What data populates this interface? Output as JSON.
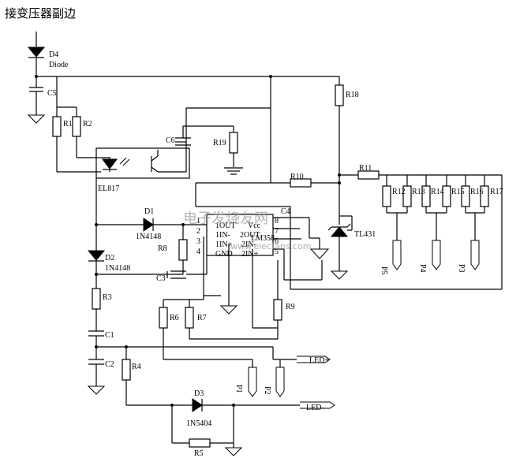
{
  "title": "接变压器副边",
  "watermark": {
    "cn": "电子发烧友网",
    "url": "www.elecfans.com"
  },
  "components": {
    "D4": "D4",
    "D4_type": "Diode",
    "C5": "C5",
    "R1": "R1",
    "R2": "R2",
    "R18": "R18",
    "C6": "C6",
    "R19": "R19",
    "EL817": "EL817",
    "R10": "R10",
    "R11": "R11",
    "R12": "R12",
    "R13": "R13",
    "R14": "R14",
    "R15": "R15",
    "R16": "R16",
    "R17": "R17",
    "D1": "D1",
    "D1_type": "1N4148",
    "R8": "R8",
    "C4": "C4",
    "TL431": "TL431",
    "D2": "D2",
    "D2_type": "1N4148",
    "C3": "C3",
    "R3": "R3",
    "R6": "R6",
    "R7": "R7",
    "R9": "R9",
    "C1": "C1",
    "C2": "C2",
    "R4": "R4",
    "D3": "D3",
    "D3_type": "1N5404",
    "R5": "R5"
  },
  "ic": {
    "name": "LM358",
    "pins_left": [
      "1OUT",
      "1IN-",
      "1IN+",
      "GND"
    ],
    "pins_right": [
      "Vcc",
      "2OUT",
      "2IN-",
      "2IN+"
    ],
    "pin_numbers_left": [
      "1",
      "2",
      "3",
      "4"
    ],
    "pin_numbers_right": [
      "8",
      "7",
      "6",
      "5"
    ]
  },
  "connectors": {
    "P1": "P1",
    "P2": "P2",
    "P3": "P3",
    "P4": "P4",
    "P5": "P5"
  },
  "outputs": {
    "led_plus": "LED+",
    "led_minus": "LED-"
  }
}
